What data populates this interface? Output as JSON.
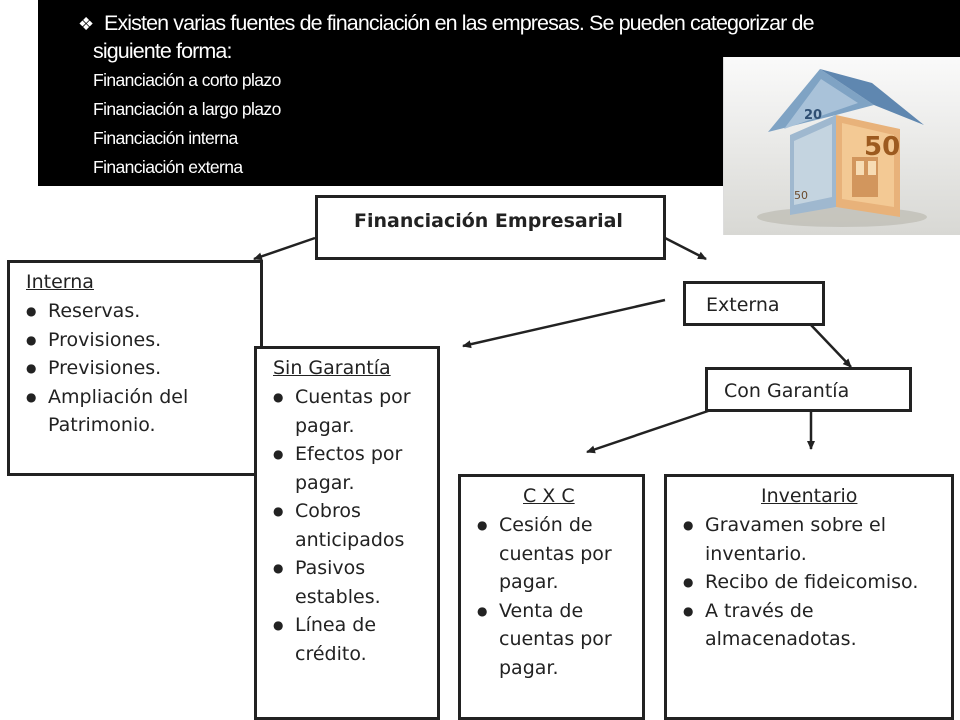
{
  "banner": {
    "intro_line1": "Existen varias fuentes de financiación en las empresas. Se pueden categorizar de",
    "intro_line2": "siguiente forma:",
    "bullet_icon": "diamond-bullet-icon",
    "items": [
      "Financiación a corto plazo",
      "Financiación a largo plazo",
      "Financiación interna",
      "Financiación externa"
    ]
  },
  "photo": {
    "alt": "casa-de-billetes-de-euro",
    "note_values": [
      "20",
      "50"
    ]
  },
  "diagram": {
    "root": "Financiación Empresarial",
    "interna": {
      "title": "Interna",
      "items": [
        "Reservas.",
        "Provisiones.",
        "Previsiones.",
        "Ampliación del Patrimonio."
      ]
    },
    "externa": "Externa",
    "sin_garantia": {
      "title": "Sin Garantía",
      "items": [
        "Cuentas por pagar.",
        "Efectos por pagar.",
        "Cobros anticipados",
        "Pasivos estables.",
        "Línea de crédito."
      ]
    },
    "con_garantia": "Con Garantía",
    "cxc": {
      "title": "C X C",
      "items": [
        "Cesión de cuentas por pagar.",
        "Venta de cuentas por pagar."
      ]
    },
    "inventario": {
      "title": "Inventario",
      "items": [
        "Gravamen sobre el inventario.",
        "Recibo de fideicomiso.",
        "A través de almacenadotas."
      ]
    }
  }
}
